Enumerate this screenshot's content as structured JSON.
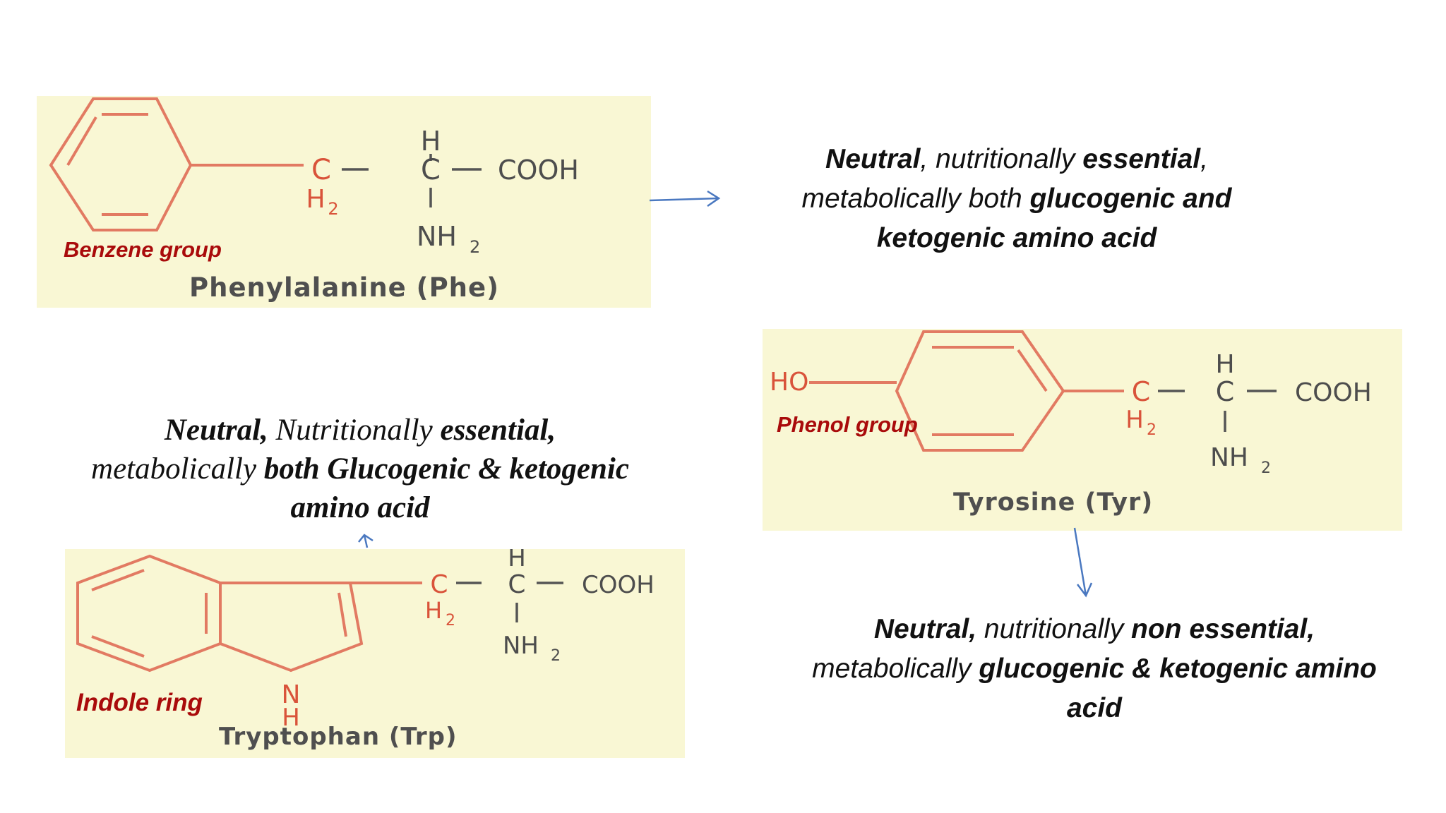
{
  "phenylalanine": {
    "name": "Phenylalanine (Phe)",
    "group_label": "Benzene group",
    "atoms": {
      "h": "H",
      "c": "C",
      "cooh": "COOH",
      "nh": "NH",
      "sub2": "2"
    },
    "description": {
      "l1a": "Neutral",
      "l1b": ", nutritionally ",
      "l1c": "essential",
      "l1d": ",",
      "l2a": "metabolically both ",
      "l2b": "glucogenic and",
      "l3a": "ketogenic amino acid"
    }
  },
  "tyrosine": {
    "name": "Tyrosine (Tyr)",
    "group_label": "Phenol group",
    "atoms": {
      "ho": "HO",
      "h": "H",
      "c": "C",
      "cooh": "COOH",
      "nh": "NH",
      "sub2": "2"
    },
    "description": {
      "l1a": "Neutral,",
      "l1b": " nutritionally ",
      "l1c": "non essential,",
      "l2a": "metabolically ",
      "l2b": "glucogenic & ketogenic amino",
      "l3a": "acid"
    }
  },
  "tryptophan": {
    "name": "Tryptophan (Trp)",
    "group_label": "Indole ring",
    "atoms": {
      "h": "H",
      "c": "C",
      "cooh": "COOH",
      "nh": "NH",
      "sub2": "2",
      "n": "N"
    },
    "description": {
      "l1a": "Neutral,",
      "l1b": " Nutritionally ",
      "l1c": "essential,",
      "l2a": "metabolically  ",
      "l2b": "both Glucogenic & ketogenic",
      "l3a": "amino acid"
    }
  },
  "colors": {
    "panel_bg": "#f9f7d4",
    "ring": "#e27a62",
    "label_red": "#a90b0b",
    "arrow": "#4a78c0"
  }
}
